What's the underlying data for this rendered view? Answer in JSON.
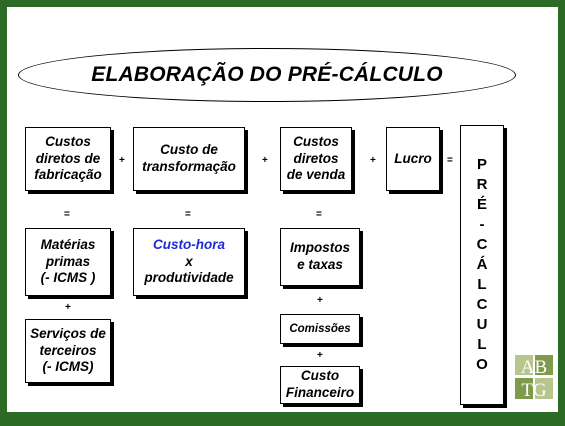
{
  "title": "ELABORAÇÃO DO PRÉ-CÁLCULO",
  "top_row": {
    "c1": "Custos\ndiretos de\nfabricação",
    "c2": "Custo de\ntransformação",
    "c3": "Custos\ndiretos\nde venda",
    "c4": "Lucro"
  },
  "operators": {
    "plus": "+",
    "equals": "="
  },
  "col1": {
    "b1": "Matérias\nprimas\n(- ICMS )",
    "b2": "Serviços de\nterceiros\n(- ICMS)"
  },
  "col2": {
    "line1": "Custo-hora",
    "line2": "x",
    "line3": "produtividade"
  },
  "col3": {
    "b1": "Impostos\ne taxas",
    "b2": "Comissões",
    "b3": "Custo\nFinanceiro"
  },
  "result": "P\nR\nÉ\n-\nC\nÁ\nL\nC\nU\nL\nO",
  "logo": {
    "text1": "AB",
    "text2": "TG"
  },
  "colors": {
    "frame": "#2c6b26",
    "highlight": "#1f2bd6"
  }
}
